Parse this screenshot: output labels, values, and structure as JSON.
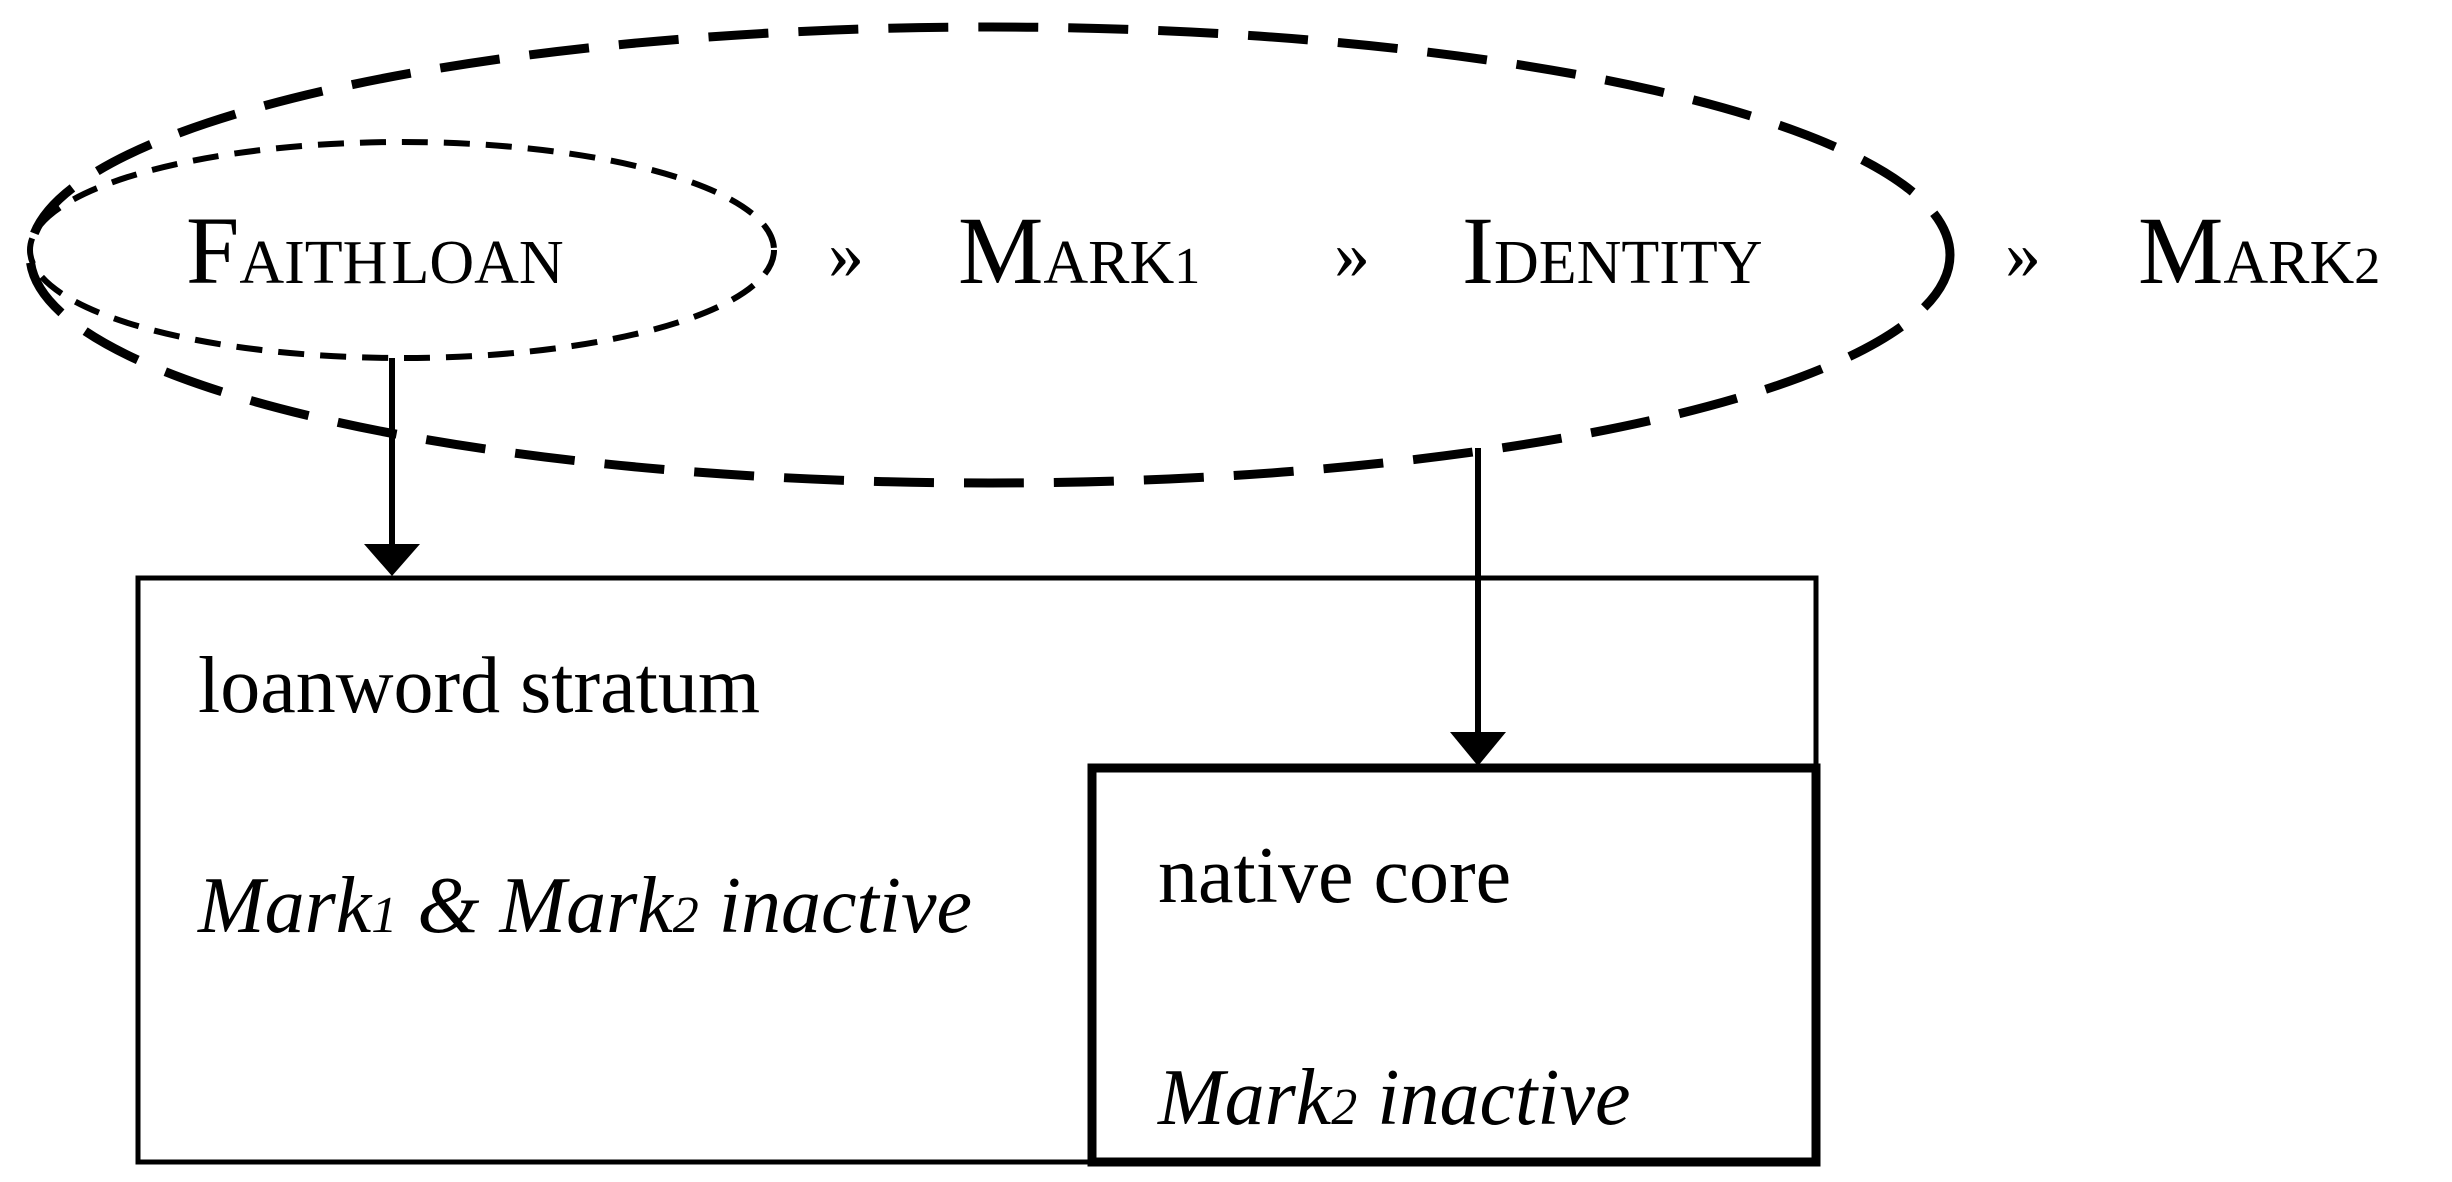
{
  "ranking": {
    "faith": {
      "cap": "F",
      "small": "AITH",
      "subscript": "LOAN"
    },
    "op1": "»",
    "mark1": {
      "cap": "M",
      "small": "ARK",
      "subscript": "1"
    },
    "op2": "»",
    "identity": {
      "cap": "I",
      "small": "DENTITY"
    },
    "op3": "»",
    "mark2": {
      "cap": "M",
      "small": "ARK",
      "subscript": "2"
    }
  },
  "loanword_box": {
    "title": "loanword stratum",
    "note_mark1": "Mark",
    "note_sub1": "1",
    "note_amp": " & ",
    "note_mark2": "Mark",
    "note_sub2": "2",
    "note_tail": " inactive"
  },
  "native_box": {
    "title": "native core",
    "note_mark": "Mark",
    "note_sub": "2",
    "note_tail": " inactive"
  }
}
